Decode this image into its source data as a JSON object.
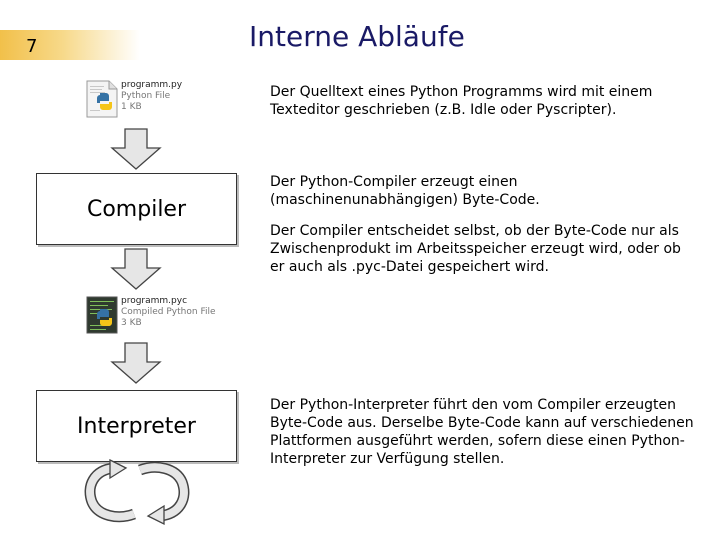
{
  "slide": {
    "number": "7",
    "title": "Interne Abläufe"
  },
  "source_file": {
    "name": "programm.py",
    "type": "Python File",
    "size": "1 KB",
    "icon": "python-file-icon"
  },
  "compiled_file": {
    "name": "programm.pyc",
    "type": "Compiled Python File",
    "size": "3 KB",
    "icon": "compiled-python-file-icon"
  },
  "boxes": {
    "compiler": "Compiler",
    "interpreter": "Interpreter"
  },
  "descriptions": {
    "source": "Der Quelltext eines Python Programms wird mit einem Texteditor geschrieben (z.B. Idle oder Pyscripter).",
    "compiler": "Der Python-Compiler erzeugt einen (maschinenunabhängigen) Byte-Code.",
    "compiler_detail": "Der Compiler entscheidet selbst, ob der Byte-Code nur als Zwischenprodukt im Arbeitsspeicher erzeugt wird, oder ob er auch als .pyc-Datei gespeichert wird.",
    "interpreter": "Der Python-Interpreter führt den vom Compiler erzeugten Byte-Code aus. Derselbe Byte-Code kann auf verschiedenen Plattformen ausgeführt werden, sofern diese einen Python-Interpreter zur Verfügung stellen."
  },
  "colors": {
    "title": "#1a1a66",
    "number_bar": "#f2c04a",
    "arrow_fill": "#e6e6e6"
  }
}
